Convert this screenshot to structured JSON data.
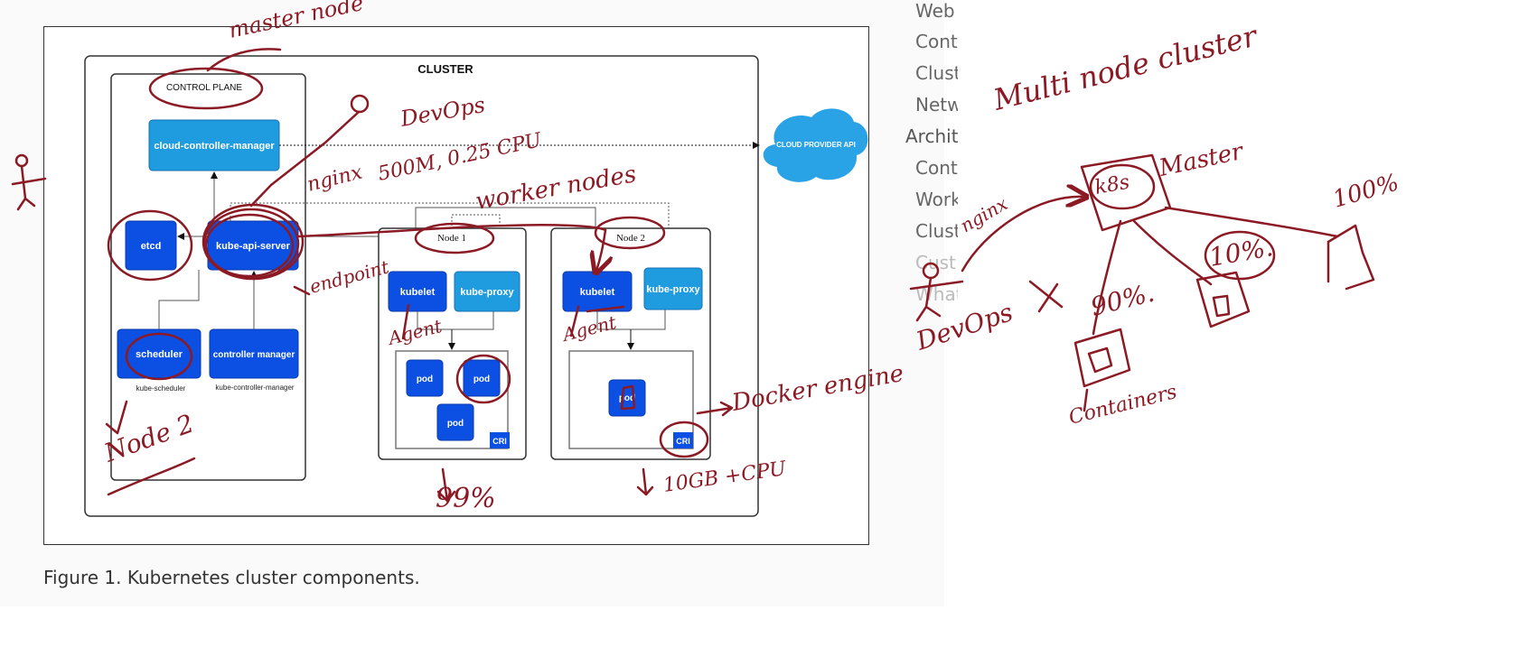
{
  "diagram": {
    "cluster_label": "CLUSTER",
    "control_plane_label": "CONTROL PLANE",
    "cloud_controller_manager": "cloud-controller-manager",
    "cloud_provider_api": "CLOUD PROVIDER API",
    "etcd": "etcd",
    "kube_api_server": "kube-api-server",
    "scheduler": "scheduler",
    "scheduler_caption": "kube-scheduler",
    "controller_manager": "controller manager",
    "controller_manager_caption": "kube-controller-manager",
    "node1": {
      "label": "Node 1",
      "kubelet": "kubelet",
      "kube_proxy": "kube-proxy",
      "pods": [
        "pod",
        "pod",
        "pod"
      ],
      "cri": "CRI"
    },
    "node2": {
      "label": "Node 2",
      "kubelet": "kubelet",
      "kube_proxy": "kube-proxy",
      "pods": [
        "pod"
      ],
      "cri": "CRI"
    }
  },
  "caption": "Figure 1. Kubernetes cluster components.",
  "side_nav": {
    "items": [
      {
        "label": "Web",
        "level": "sub"
      },
      {
        "label": "Cont",
        "level": "sub"
      },
      {
        "label": "Clust",
        "level": "sub"
      },
      {
        "label": "Netw",
        "level": "sub"
      },
      {
        "label": "Archit",
        "level": "top"
      },
      {
        "label": "Cont",
        "level": "sub"
      },
      {
        "label": "Work",
        "level": "sub"
      },
      {
        "label": "Clust",
        "level": "sub"
      },
      {
        "label": "Cust",
        "level": "sub"
      },
      {
        "label": "What",
        "level": "sub"
      }
    ]
  },
  "annotations": {
    "master_node": "master node",
    "devops_top": "DevOps",
    "nginx_spec": "nginx",
    "resource_spec": "500M, 0.25 CPU",
    "worker_nodes": "worker nodes",
    "endpoint": "endpoint",
    "agent1": "Agent",
    "agent2": "Agent",
    "node2_note": "Node 2",
    "usage_99": "99%",
    "mem_cpu": "10GB\n+CPU",
    "docker_engine": "Docker engine",
    "multi_node_cluster": "Multi node cluster",
    "k8s": "k8s",
    "master": "Master",
    "nginx_right": "nginx",
    "devops_right": "DevOps",
    "percent_100": "100%",
    "percent_10": "10%.",
    "percent_90": "90%.",
    "containers": "Containers"
  },
  "colors": {
    "dark_blue": "#0c4fe3",
    "light_blue": "#1f9be0",
    "annotation": "#8b1a24",
    "cloud": "#29a3e6"
  }
}
